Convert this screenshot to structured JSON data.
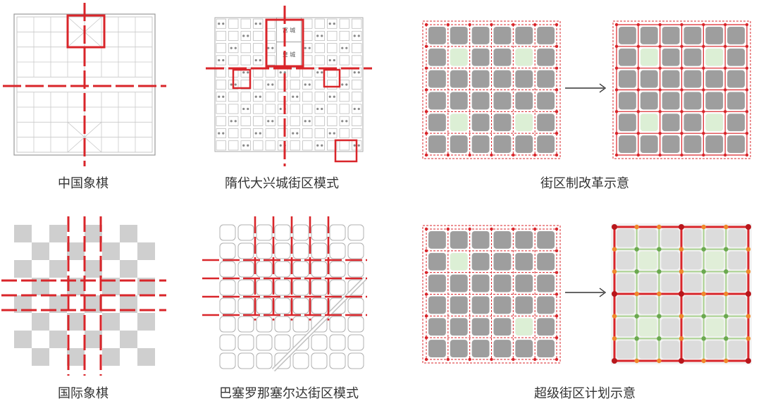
{
  "captions": {
    "chinese_chess": "中国象棋",
    "sui_daxing": "隋代大兴城街区模式",
    "block_reform": "街区制改革示意",
    "international_chess": "国际象棋",
    "barcelona": "巴塞罗那塞尔达街区模式",
    "superblock": "超级街区计划示意"
  },
  "sui_labels": {
    "palace_city": "宫  城",
    "imperial_city": "皇  城"
  },
  "colors": {
    "red_line": "#d9252a",
    "block_grey": "#9e9e9e",
    "block_green": "#dcefd5",
    "checker_grey": "#cfcfcf",
    "orange_node": "#f08a2c",
    "green_node": "#6aa84f",
    "dark_red": "#b8161b"
  }
}
